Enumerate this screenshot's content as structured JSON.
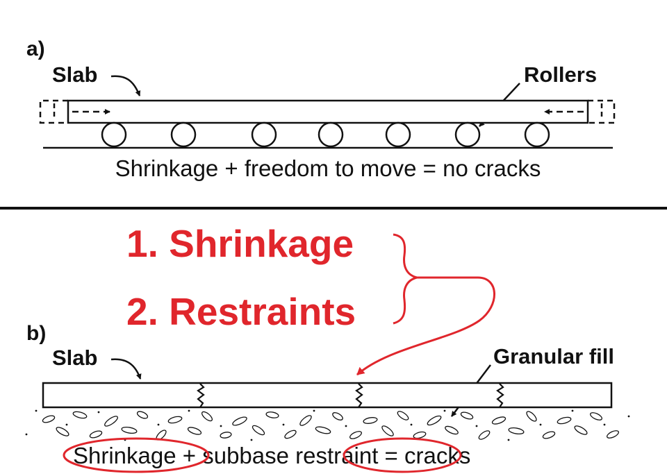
{
  "panel_a": {
    "letter": "a)",
    "slab_label": "Slab",
    "rollers_label": "Rollers",
    "caption": "Shrinkage + freedom to move = no cracks"
  },
  "factors": {
    "item1": "1. Shrinkage",
    "item2": "2. Restraints"
  },
  "panel_b": {
    "letter": "b)",
    "slab_label": "Slab",
    "fill_label": "Granular fill",
    "caption_part1": "Shrinkage",
    "caption_part2": " + subbase ",
    "caption_part3": "restraint",
    "caption_part4": " = cracks"
  },
  "colors": {
    "accent_red": "#e0262c",
    "ink": "#111111"
  }
}
